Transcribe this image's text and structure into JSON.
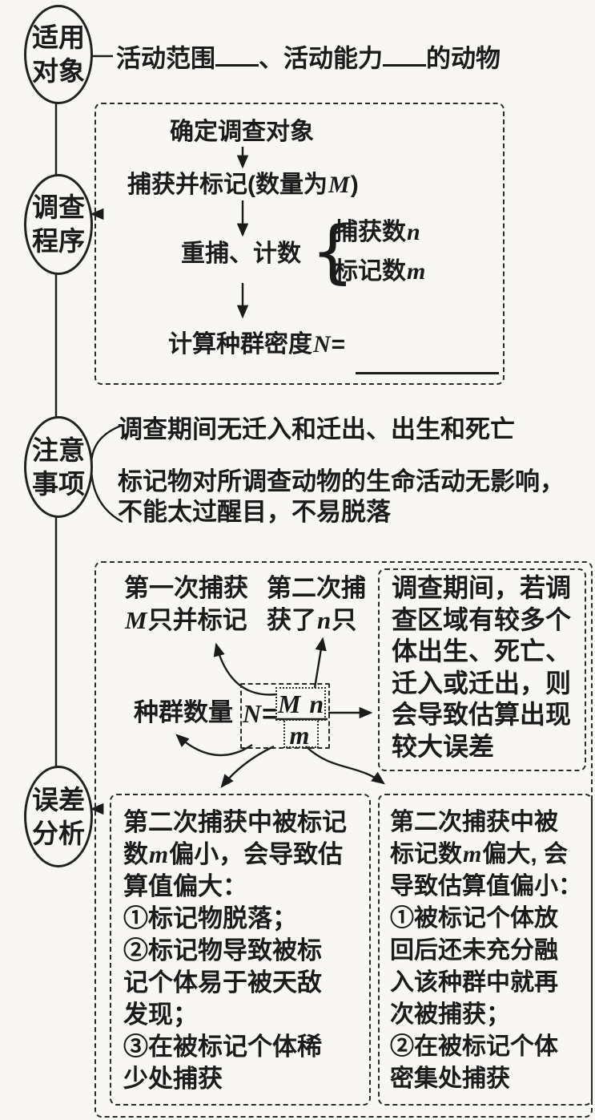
{
  "page": {
    "background": "#f8f7f4",
    "ink": "#1b1b1b"
  },
  "ovals": [
    {
      "label": "适用对象",
      "lines": [
        "适用",
        "对象"
      ]
    },
    {
      "label": "调查程序",
      "lines": [
        "调查",
        "程序"
      ]
    },
    {
      "label": "注意事项",
      "lines": [
        "注意",
        "事项"
      ]
    },
    {
      "label": "误差分析",
      "lines": [
        "误差",
        "分析"
      ]
    }
  ],
  "applicable": {
    "text": "活动范围____、活动能力____的动物"
  },
  "procedure": {
    "step1": "确定调查对象",
    "step2": "捕获并标记(数量为M)",
    "step3": "重捕、计数",
    "brace_glyph": "{",
    "branches": [
      "捕获数n",
      "标记数m"
    ],
    "step4": "计算种群密度N="
  },
  "notes": {
    "line1": "调查期间无迁入和迁出、出生和死亡",
    "line2": "标记物对所调查动物的生命活动无影响，",
    "line3": "不能太过醒目，不易脱落"
  },
  "error": {
    "first_capture": [
      "第一次捕获",
      "M只并标记"
    ],
    "second_capture": [
      "第二次捕",
      "获了n只"
    ],
    "population_label": "种群数量",
    "formula": {
      "lhs": "N=",
      "numerator": "M n",
      "denominator": "m"
    },
    "migration": [
      "调查期间，若调",
      "查区域有较多个",
      "体出生、死亡、",
      "迁入或迁出，则",
      "会导致估算出现",
      "较大误差"
    ],
    "m_small": [
      "第二次捕获中被标记",
      "数m偏小，会导致估",
      "算值偏大：",
      "①标记物脱落；",
      "②标记物导致被标",
      "记个体易于被天敌",
      "发现；",
      "③在被标记个体稀",
      "少处捕获"
    ],
    "m_large": [
      "第二次捕获中被",
      "标记数m偏大, 会",
      "导致估算值偏小：",
      "①被标记个体放",
      "回后还未充分融",
      "入该种群中就再",
      "次被捕获；",
      "②在被标记个体",
      "密集处捕获"
    ]
  }
}
